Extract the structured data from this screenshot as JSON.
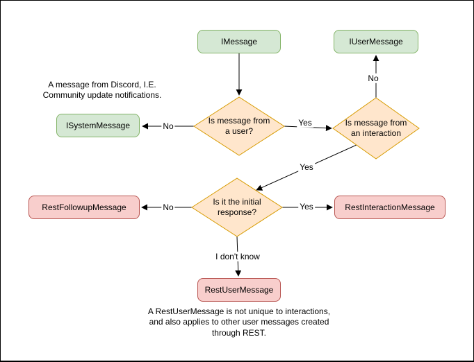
{
  "colors": {
    "background": "#ffffff",
    "green_fill": "#d5e8d4",
    "green_stroke": "#82b366",
    "orange_fill": "#ffe6cc",
    "orange_stroke": "#d79b00",
    "red_fill": "#f8cecc",
    "red_stroke": "#b85450",
    "line": "#000000"
  },
  "nodes": {
    "imessage": "IMessage",
    "iuser_message": "IUserMessage",
    "isystem_message": "ISystemMessage",
    "rest_followup_message": "RestFollowupMessage",
    "rest_interaction_message": "RestInteractionMessage",
    "rest_user_message": "RestUserMessage"
  },
  "decisions": {
    "is_from_user": "Is message from\na user?",
    "is_from_interaction": "Is message from\nan interaction",
    "is_initial_response": "Is it the initial\nresponse?"
  },
  "edge_labels": {
    "user_no": "No",
    "user_yes": "Yes",
    "interaction_no": "No",
    "interaction_yes": "Yes",
    "initial_no": "No",
    "initial_yes": "Yes",
    "initial_unknown": "I don't know"
  },
  "notes": {
    "system_message_note": "A message from Discord, I.E.\nCommunity update notifications.",
    "rest_user_message_note": "A RestUserMessage is not unique to interactions,\nand also applies to other user messages created\nthrough REST."
  }
}
